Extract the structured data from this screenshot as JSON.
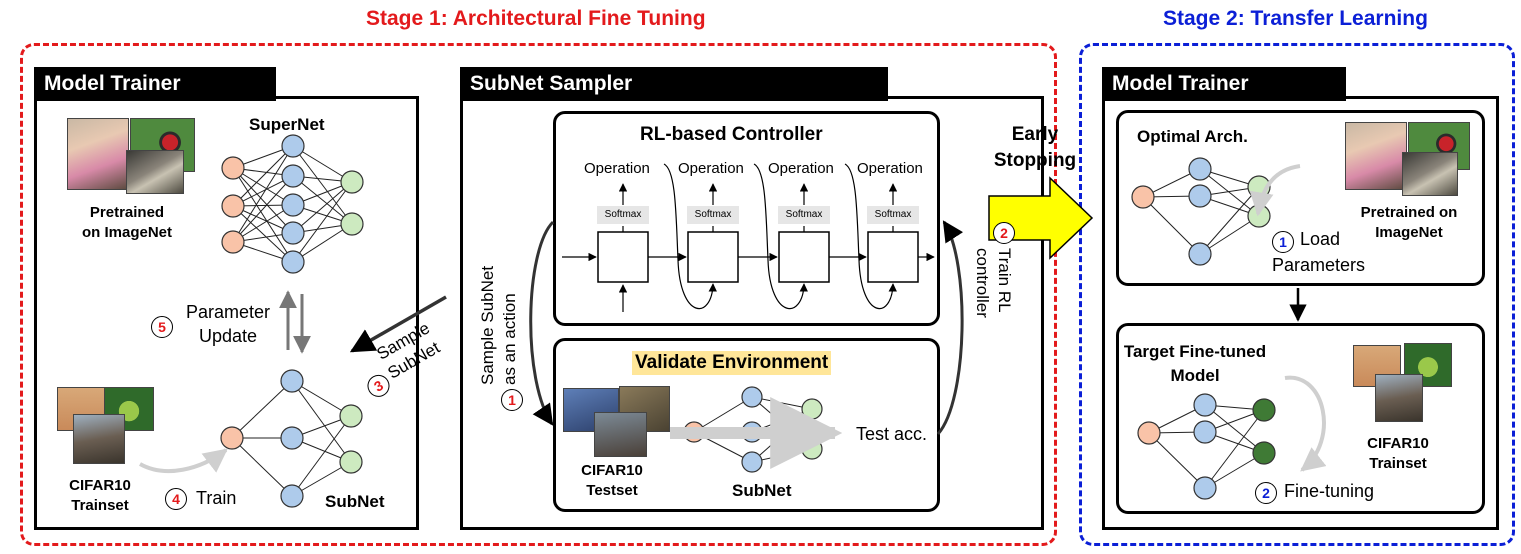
{
  "stage1": {
    "title": "Stage 1: Architectural Fine Tuning",
    "model_trainer": {
      "header": "Model Trainer",
      "supernet": "SuperNet",
      "pretrained_line1": "Pretrained",
      "pretrained_line2": "on ImageNet",
      "step5_num": "5",
      "param_update_line1": "Parameter",
      "param_update_line2": "Update",
      "cifar_line1": "CIFAR10",
      "cifar_line2": "Trainset",
      "step4_num": "4",
      "train": "Train",
      "subnet": "SubNet"
    },
    "sample_subnet": {
      "step3_num": "3",
      "line1": "Sample",
      "line2": "SubNet"
    },
    "subnet_sampler": {
      "header": "SubNet Sampler",
      "controller_title": "RL-based Controller",
      "operation": "Operation",
      "softmax": "Softmax",
      "step1_num": "1",
      "step1_line1": "Sample SubNet",
      "step1_line2": "as an action",
      "step2_num": "2",
      "step2_line1": "Train RL",
      "step2_line2": "controller",
      "validate_title": "Validate Environment",
      "cifar_line1": "CIFAR10",
      "cifar_line2": "Testset",
      "subnet": "SubNet",
      "test_acc": "Test acc."
    }
  },
  "early_stopping": {
    "line1": "Early",
    "line2": "Stopping"
  },
  "stage2": {
    "title": "Stage 2: Transfer Learning",
    "model_trainer": {
      "header": "Model Trainer",
      "optimal_arch": "Optimal Arch.",
      "pretrained_line1": "Pretrained on",
      "pretrained_line2": "ImageNet",
      "step1_num": "1",
      "load": "Load",
      "parameters": "Parameters",
      "target_line1": "Target Fine-tuned",
      "target_line2": "Model",
      "cifar_line1": "CIFAR10",
      "cifar_line2": "Trainset",
      "step2_num": "2",
      "fine_tuning": "Fine-tuning"
    }
  },
  "colors": {
    "stage1": "#e31a1c",
    "stage2": "#0b1fd6",
    "node_orange": "#f9c3a8",
    "node_blue": "#aecbeb",
    "node_green": "#cdeac0",
    "node_darkgreen": "#3f7a35",
    "highlight": "#ffe699",
    "arrow_yellow": "#ffff00"
  }
}
